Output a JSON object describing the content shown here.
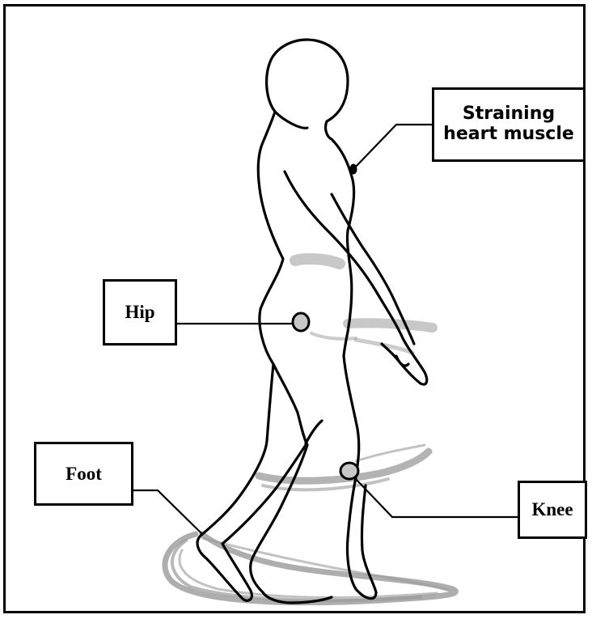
{
  "labels": {
    "heart": "Straining heart muscle",
    "hip": "Hip",
    "foot": "Foot",
    "knee": "Knee"
  },
  "colors": {
    "outline": "#000000",
    "shadow": "#8f8f8f",
    "joint_fill": "#bdbdbd"
  }
}
